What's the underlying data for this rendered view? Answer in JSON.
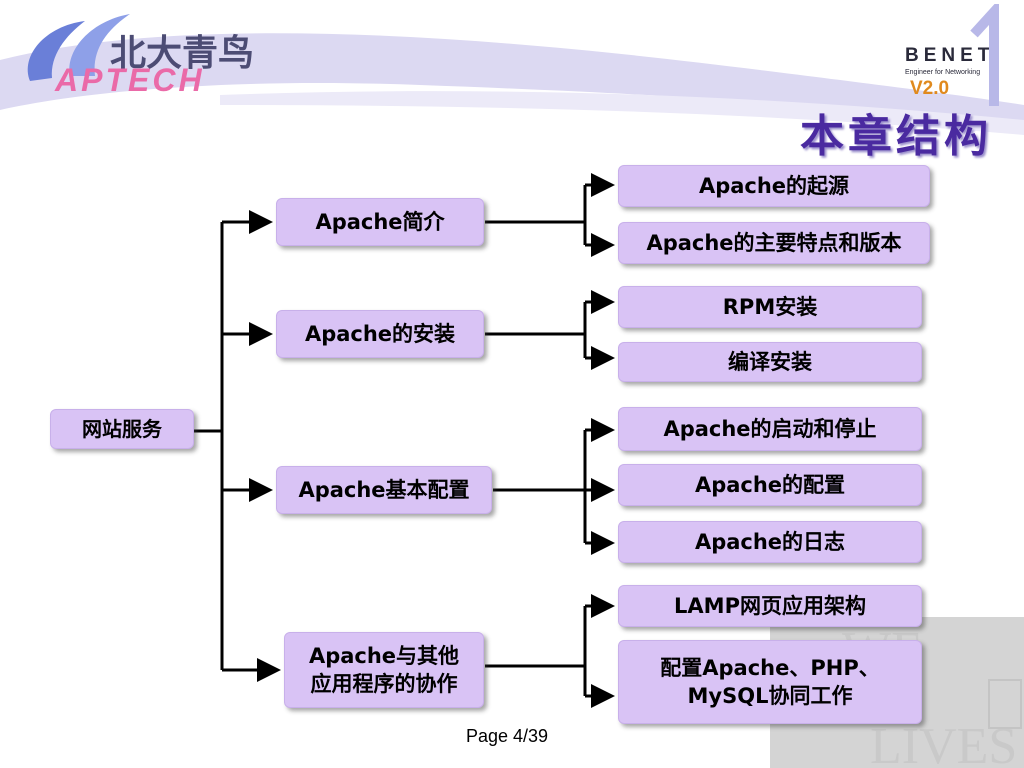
{
  "header": {
    "logo_cn": "北大青鸟",
    "logo_en": "APTECH",
    "benet": "BENET",
    "benet_sub": "Engineer for Networking",
    "version": "V2.0",
    "title": "本章结构"
  },
  "diagram": {
    "root": "网站服务",
    "level1": [
      "Apache简介",
      "Apache的安装",
      "Apache基本配置",
      "Apache与其他应用程序的协作"
    ],
    "level2": [
      [
        "Apache的起源",
        "Apache的主要特点和版本"
      ],
      [
        "RPM安装",
        "编译安装"
      ],
      [
        "Apache的启动和停止",
        "Apache的配置",
        "Apache的日志"
      ],
      [
        "LAMP网页应用架构",
        "配置Apache、PHP、MySQL协同工作"
      ]
    ]
  },
  "watermark": {
    "line1": "WE",
    "line2": "GE",
    "line3": "LIVES"
  },
  "footer": {
    "page": "Page 4/39"
  },
  "colors": {
    "box": "#d9c3f5",
    "title": "#4a2aa0",
    "swoosh": "#c9c5ea"
  }
}
